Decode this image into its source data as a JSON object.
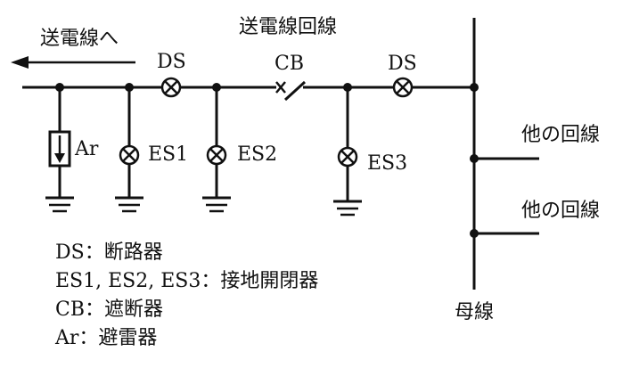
{
  "labels": {
    "to_line": "送電線へ",
    "circuit": "送電線回線",
    "ds_left": "DS",
    "cb": "CB",
    "ds_right": "DS",
    "ar": "Ar",
    "es1": "ES1",
    "es2": "ES2",
    "es3": "ES3",
    "other1": "他の回線",
    "other2": "他の回線",
    "bus": "母線"
  },
  "legend": [
    "DS：断路器",
    "ES1, ES2, ES3：接地開閉器",
    "CB：遮断器",
    "Ar：避雷器"
  ]
}
